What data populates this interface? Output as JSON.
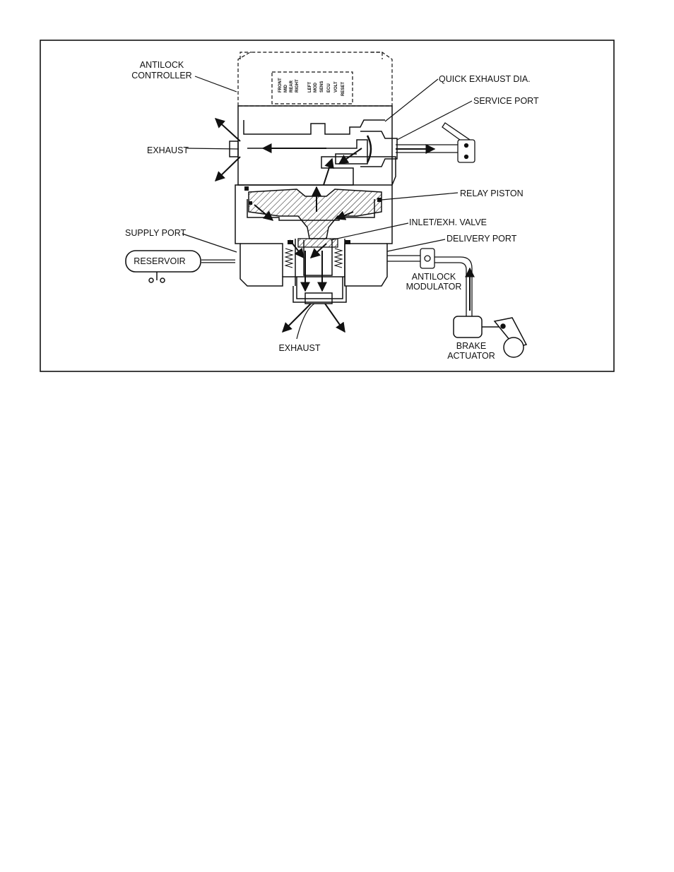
{
  "labels": {
    "antilock_controller": [
      "ANTILOCK",
      "CONTROLLER"
    ],
    "quick_exhaust_dia": "QUICK EXHAUST DIA.",
    "service_port": "SERVICE PORT",
    "exhaust_top": "EXHAUST",
    "relay_piston": "RELAY PISTON",
    "supply_port": "SUPPLY PORT",
    "inlet_exh_valve": "INLET/EXH. VALVE",
    "delivery_port": "DELIVERY PORT",
    "reservoir": "RESERVOIR",
    "antilock_modulator": [
      "ANTILOCK",
      "MODULATOR"
    ],
    "exhaust_bottom": "EXHAUST",
    "brake_actuator": [
      "BRAKE",
      "ACTUATOR"
    ]
  },
  "controller_panel_labels": [
    "FRONT",
    "MID",
    "REAR",
    "RIGHT",
    "LEFT",
    "MOD",
    "SENS",
    "ECU",
    "VOLT",
    "RESET"
  ],
  "colors": {
    "line": "#111111",
    "background": "#ffffff"
  }
}
